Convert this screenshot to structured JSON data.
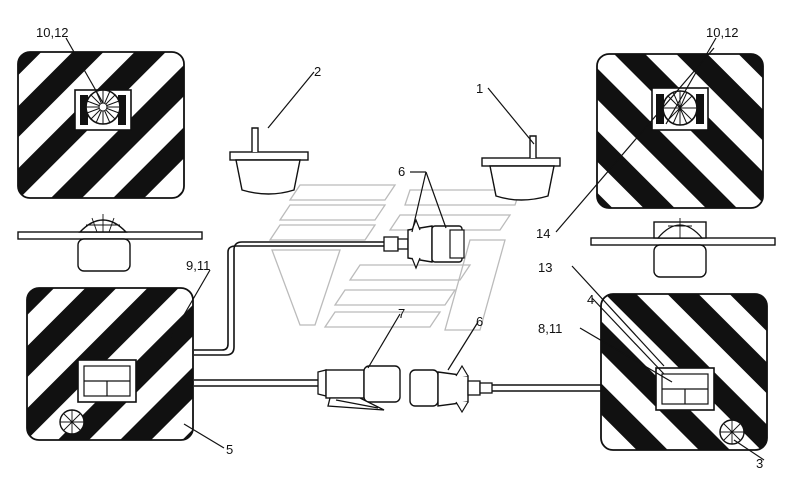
{
  "callouts": {
    "c1": "1",
    "c2": "2",
    "c3": "3",
    "c4": "4",
    "c5": "5",
    "c6a": "6",
    "c6b": "6",
    "c7": "7",
    "c8_11": "8,11",
    "c9_11": "9,11",
    "c10_12_left": "10,12",
    "c10_12_right": "10,12",
    "c13": "13",
    "c14": "14"
  },
  "colors": {
    "ink": "#111111",
    "watermark": "#bbbbbb",
    "background": "#ffffff"
  }
}
